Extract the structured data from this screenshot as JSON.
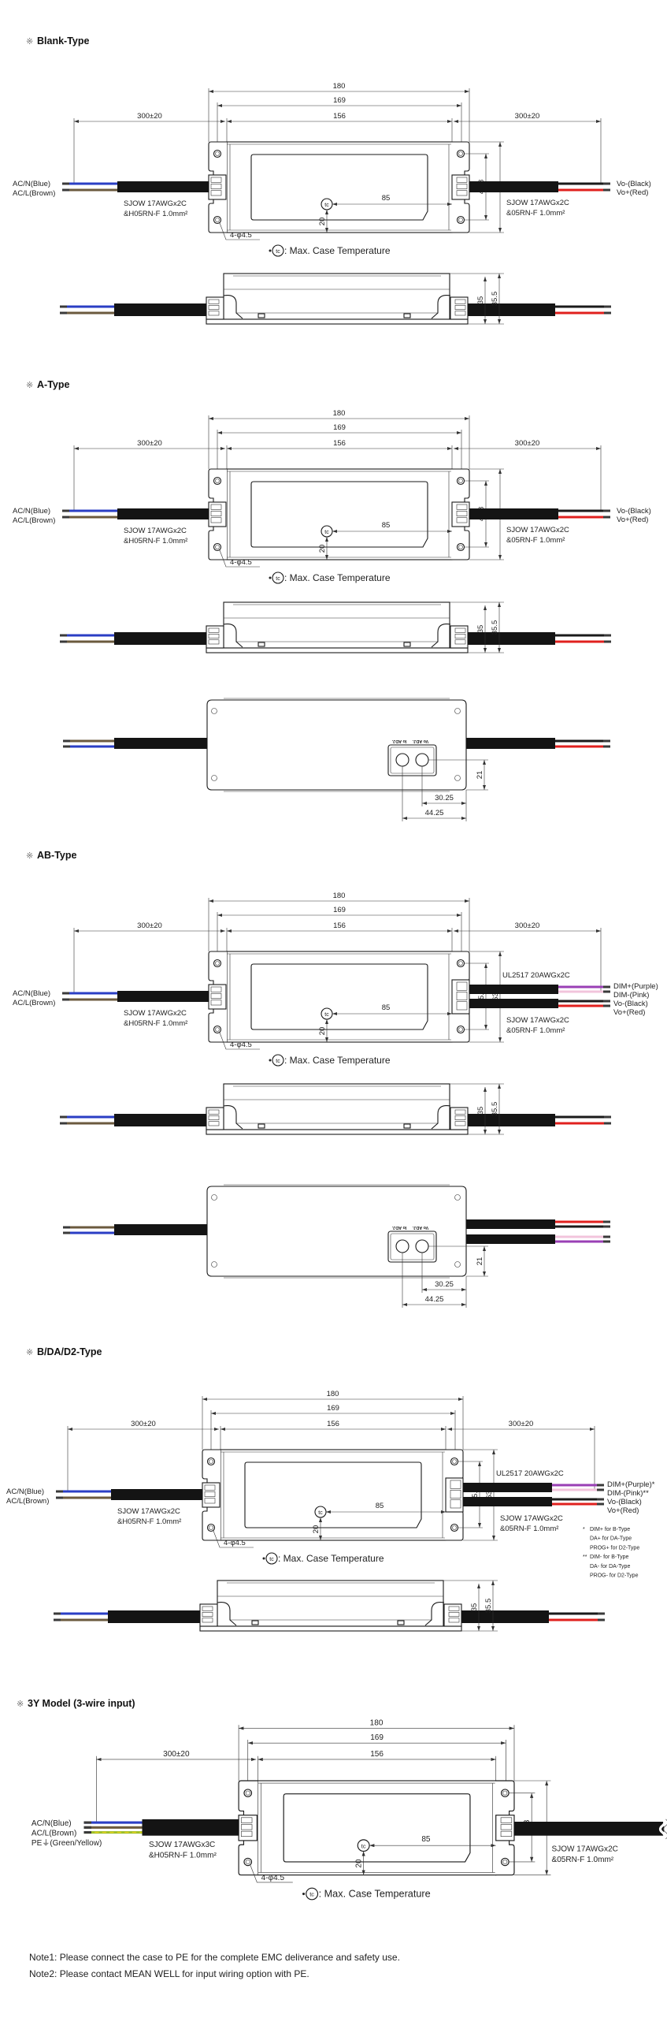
{
  "title_marker": "※",
  "colors": {
    "blue": "#2a3ec4",
    "brown": "#6b5a3e",
    "black": "#1a1a1a",
    "red": "#e0201e",
    "purple": "#9a3fb5",
    "pink": "#f2c4dc",
    "green_yellow": "#9fbf2a",
    "tip": "#3a3a3a",
    "jacket": "#141414"
  },
  "dims": {
    "overall": "180",
    "mounting": "169",
    "body": "156",
    "cable": "300±20",
    "hole_pitch": "45.8",
    "width": "63",
    "tc_x": "85",
    "tc_y": "20",
    "holes": "4-φ4.5",
    "height": "35",
    "height_total": "35.5",
    "adj_y": "21",
    "adj_x_io": "30.25",
    "adj_x_vo": "44.25"
  },
  "tc": {
    "symbol": "tc",
    "caption": ": Max. Case Temperature"
  },
  "adj_labels": [
    "Io ADJ.",
    "Vo ADJ."
  ],
  "sections": [
    {
      "title": "Blank-Type",
      "input_labels": [
        "AC/N(Blue)",
        "AC/L(Brown)"
      ],
      "input_cable": [
        "SJOW 17AWGx2C",
        "&H05RN-F 1.0mm²"
      ],
      "output_cable": [
        "SJOW 17AWGx2C",
        "&05RN-F 1.0mm²"
      ],
      "output_labels": [
        "Vo-(Black)",
        "Vo+(Red)"
      ]
    },
    {
      "title": "A-Type",
      "input_labels": [
        "AC/N(Blue)",
        "AC/L(Brown)"
      ],
      "input_cable": [
        "SJOW 17AWGx2C",
        "&H05RN-F 1.0mm²"
      ],
      "output_cable": [
        "SJOW 17AWGx2C",
        "&05RN-F 1.0mm²"
      ],
      "output_labels": [
        "Vo-(Black)",
        "Vo+(Red)"
      ]
    },
    {
      "title": "AB-Type",
      "input_labels": [
        "AC/N(Blue)",
        "AC/L(Brown)"
      ],
      "input_cable": [
        "SJOW 17AWGx2C",
        "&H05RN-F 1.0mm²"
      ],
      "signal_cable": "UL2517 20AWGx2C",
      "output_cable": [
        "SJOW 17AWGx2C",
        "&05RN-F 1.0mm²"
      ],
      "output_labels": [
        "DIM+(Purple)",
        "DIM-(Pink)",
        "Vo-(Black)",
        "Vo+(Red)"
      ]
    },
    {
      "title": "B/DA/D2-Type",
      "input_labels": [
        "AC/N(Blue)",
        "AC/L(Brown)"
      ],
      "input_cable": [
        "SJOW 17AWGx2C",
        "&H05RN-F 1.0mm²"
      ],
      "signal_cable": "UL2517 20AWGx2C",
      "output_cable": [
        "SJOW 17AWGx2C",
        "&05RN-F 1.0mm²"
      ],
      "output_labels": [
        "DIM+(Purple)*",
        "DIM-(Pink)**",
        "Vo-(Black)",
        "Vo+(Red)"
      ],
      "footnotes": [
        {
          "mark": "*",
          "lines": [
            "DIM+ for B-Type",
            "DA+ for DA-Type",
            "PROG+ for D2-Type"
          ]
        },
        {
          "mark": "**",
          "lines": [
            "DIM- for B-Type",
            "DA- for DA-Type",
            "PROG- for D2-Type"
          ]
        }
      ]
    },
    {
      "title": "3Y Model (3-wire input)",
      "input_labels": [
        "AC/N(Blue)",
        "AC/L(Brown)",
        "PE⏚(Green/Yellow)"
      ],
      "input_cable": [
        "SJOW 17AWGx3C",
        "&H05RN-F 1.0mm²"
      ],
      "output_cable": [
        "SJOW 17AWGx2C",
        "&05RN-F 1.0mm²"
      ]
    }
  ],
  "notes": [
    "Note1: Please connect the case to PE for the complete EMC deliverance and safety use.",
    "Note2: Please contact MEAN WELL for input wiring option with PE."
  ]
}
